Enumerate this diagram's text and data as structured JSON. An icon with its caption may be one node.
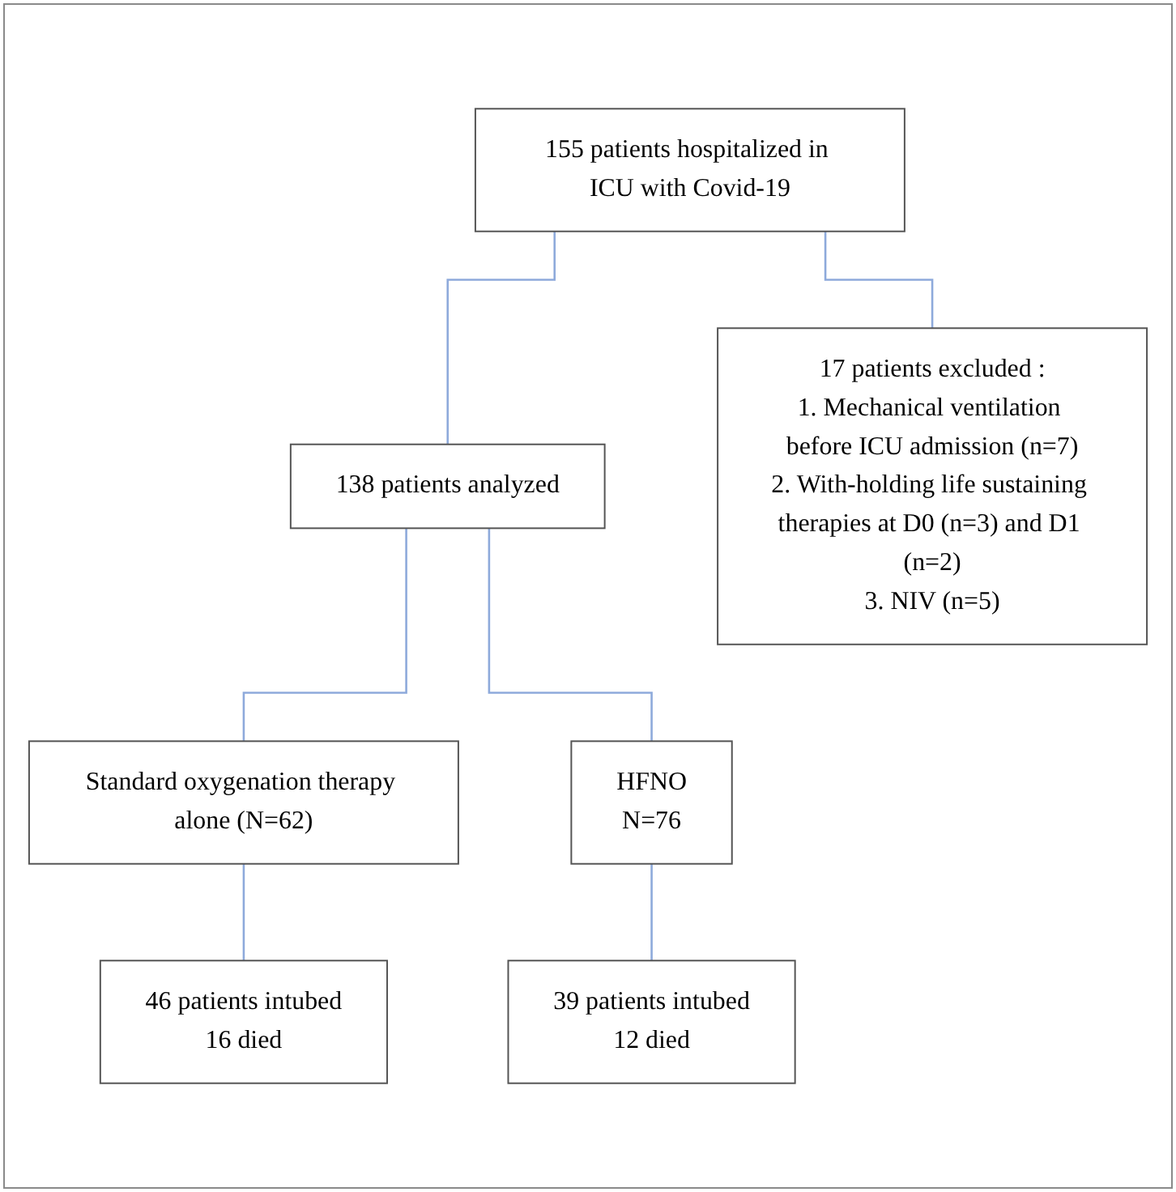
{
  "diagram": {
    "nodes": [
      {
        "text": [
          "155 patients hospitalized in ICU with Covid-19"
        ]
      },
      {
        "text": [
          "17 patients excluded :",
          "1. Mechanical ventilation before ICU admission (n=7)",
          "2. With-holding life sustaining therapies at D0 (n=3) and D1 (n=2)",
          "3. NIV (n=5)"
        ]
      },
      {
        "text": [
          "138 patients analyzed"
        ]
      },
      {
        "text": [
          "Standard oxygenation therapy alone (N=62)"
        ]
      },
      {
        "text": [
          "HFNO",
          "N=76"
        ]
      },
      {
        "text": [
          "46 patients intubed",
          "16 died"
        ]
      },
      {
        "text": [
          "39 patients intubed",
          "12 died"
        ]
      }
    ],
    "edges": [
      {
        "from": 0,
        "to": 2,
        "arrow": "none"
      },
      {
        "from": 0,
        "to": 1,
        "arrow": "none"
      },
      {
        "from": 2,
        "to": 3,
        "arrow": "none"
      },
      {
        "from": 2,
        "to": 4,
        "arrow": "none"
      },
      {
        "from": 3,
        "to": 5,
        "arrow": "none"
      },
      {
        "from": 4,
        "to": 6,
        "arrow": "none"
      }
    ]
  }
}
